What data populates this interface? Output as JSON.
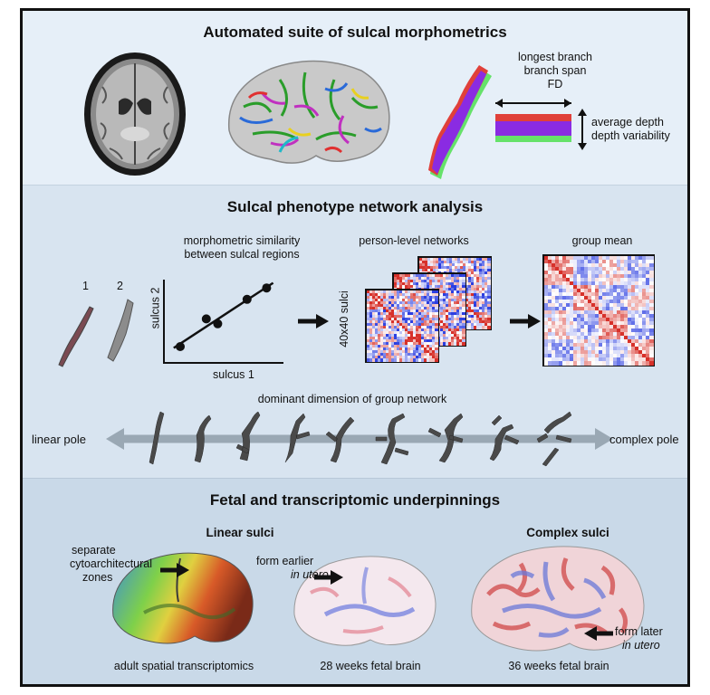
{
  "panel1": {
    "title": "Automated suite of sulcal morphometrics",
    "measures_top": [
      "longest branch",
      "branch span",
      "FD"
    ],
    "measures_side": [
      "average depth",
      "depth variability"
    ]
  },
  "panel2": {
    "title": "Sulcal phenotype network analysis",
    "label_1": "1",
    "label_2": "2",
    "similarity_caption": [
      "morphometric similarity",
      "between sulcal regions"
    ],
    "xlabel": "sulcus 1",
    "ylabel": "sulcus 2",
    "person_caption": "person-level networks",
    "person_side": "40x40 sulci",
    "group_caption": "group mean",
    "dimension_caption": "dominant dimension of group network",
    "linear_pole": "linear pole",
    "complex_pole": "complex pole"
  },
  "panel3": {
    "title": "Fetal and transcriptomic underpinnings",
    "linear_title": "Linear sulci",
    "complex_title": "Complex sulci",
    "separate_label": [
      "separate",
      "cytoarchitectural",
      "zones"
    ],
    "form_earlier": "form earlier",
    "in_utero_1": "in utero",
    "form_later": "form later",
    "in_utero_2": "in utero",
    "adult_caption": "adult spatial transcriptomics",
    "fetal28_caption": "28 weeks fetal brain",
    "fetal36_caption": "36 weeks fetal brain"
  },
  "chart_data": {
    "type": "scatter",
    "xlabel": "sulcus 1",
    "ylabel": "sulcus 2",
    "points": [
      [
        1,
        1
      ],
      [
        2.6,
        2.7
      ],
      [
        3.3,
        2.4
      ],
      [
        5.1,
        3.9
      ],
      [
        6.3,
        4.6
      ]
    ],
    "fit_line": true
  },
  "colors": {
    "panel_top": "#e6eff8",
    "panel_mid": "#d8e4f0",
    "panel_bottom": "#c9d9e8",
    "depth_red": "#e0403a",
    "depth_purple": "#8a2be2",
    "depth_green": "#66e26a",
    "heat_red": "#d7312a",
    "heat_blue": "#2b3ee0"
  }
}
